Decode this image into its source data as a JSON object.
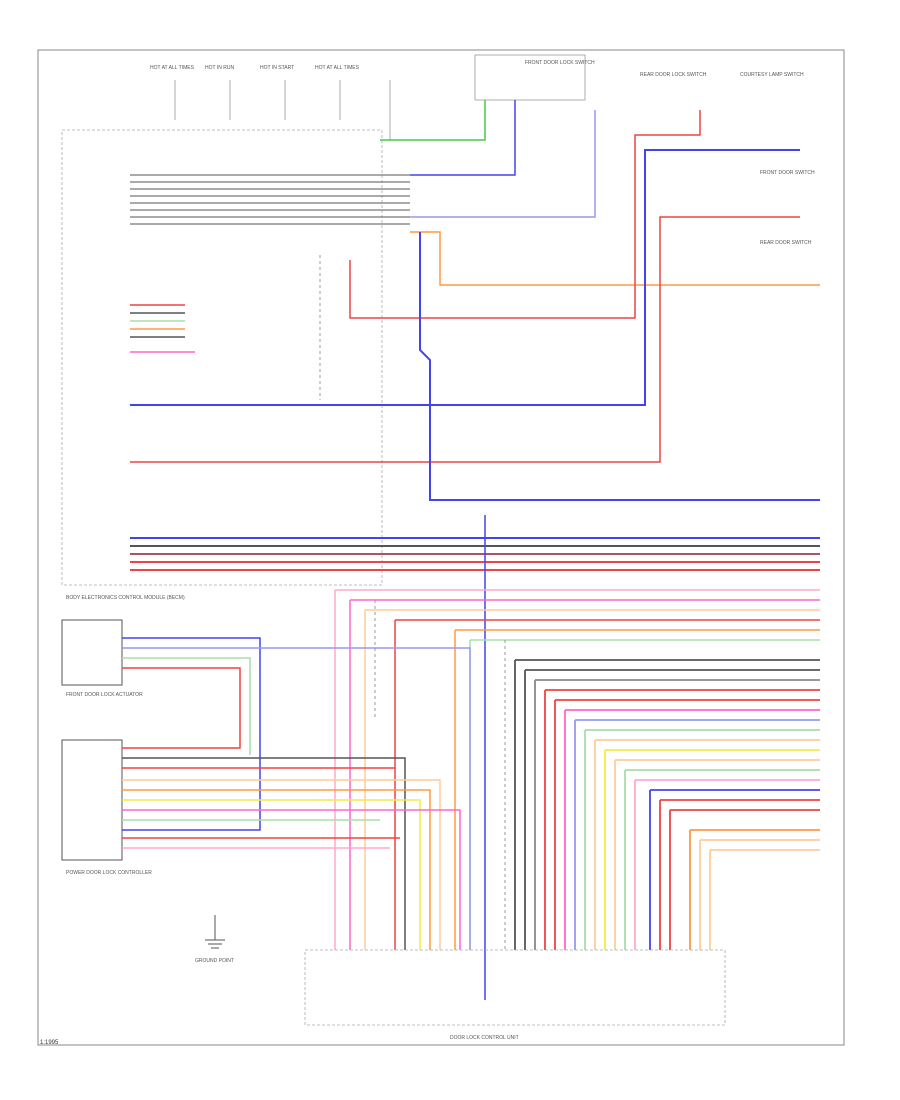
{
  "page_title": "",
  "diagram_code": "1:1995",
  "components": {
    "body_ecm": "BODY ELECTRONICS CONTROL MODULE (BECM)",
    "front_door_actuator": "FRONT DOOR LOCK ACTUATOR",
    "door_lock_controller": "POWER DOOR LOCK CONTROLLER",
    "ground_point": "GROUND POINT",
    "control_unit": "DOOR LOCK CONTROL UNIT",
    "front_lock_switch": "FRONT DOOR LOCK SWITCH",
    "rear_lock_switch": "REAR DOOR LOCK SWITCH",
    "courtesy_switch": "COURTESY LAMP SWITCH",
    "front_courtesy": "FRONT DOOR SWITCH",
    "rear_courtesy": "REAR DOOR SWITCH"
  },
  "fuses": [
    {
      "label": "HOT AT ALL TIMES"
    },
    {
      "label": "HOT IN RUN"
    },
    {
      "label": "HOT IN START"
    },
    {
      "label": "HOT AT ALL TIMES"
    }
  ],
  "colors": {
    "green": "#44cc44",
    "blue": "#4444ee",
    "red": "#ee4444",
    "orange": "#ff9944",
    "pink": "#ff66cc",
    "black": "#555555",
    "yellow": "#eeee44",
    "violet": "#9999ee",
    "lightgreen": "#aaddaa"
  }
}
